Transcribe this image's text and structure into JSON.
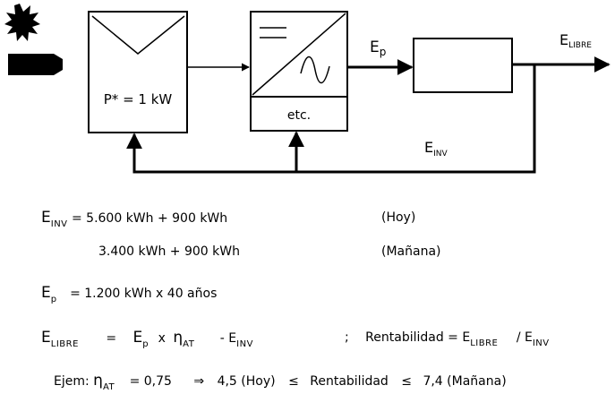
{
  "diagram": {
    "panel_label": "P* = 1 kW",
    "inverter_label": "etc.",
    "ep": {
      "main": "E",
      "sub": "p"
    },
    "elibre": {
      "main": "E",
      "sub": "LIBRE"
    },
    "einv": {
      "main": "E",
      "sub": "INV"
    }
  },
  "equations": {
    "line1": {
      "lhs_main": "E",
      "lhs_sub": "INV",
      "expr": "= 5.600 kWh  +  900 kWh",
      "note": "(Hoy)"
    },
    "line2": {
      "expr": "3.400 kWh  +  900 kWh",
      "note": "(Mañana)"
    },
    "line3": {
      "lhs_main": "E",
      "lhs_sub": "p",
      "expr": "=  1.200 kWh x 40 años"
    },
    "line4": {
      "lhs_main": "E",
      "lhs_sub": "LIBRE",
      "eq": "=",
      "ep_main": "E",
      "ep_sub": "p",
      "times": "x",
      "eta": "η",
      "eta_sub": "AT",
      "minus": "-  E",
      "minus_sub": "INV",
      "sep": ";",
      "rent": "Rentabilidad  =  E",
      "rent_sub": "LIBRE",
      "div": "/  E",
      "div_sub": "INV"
    },
    "line5": {
      "prefix": "Ejem:",
      "eta": "η",
      "eta_sub": "AT",
      "value": "=  0,75",
      "arrow": "⇒",
      "low": "4,5 (Hoy)",
      "le1": "≤",
      "mid": "Rentabilidad",
      "le2": "≤",
      "high": "7,4 (Mañana)"
    }
  }
}
